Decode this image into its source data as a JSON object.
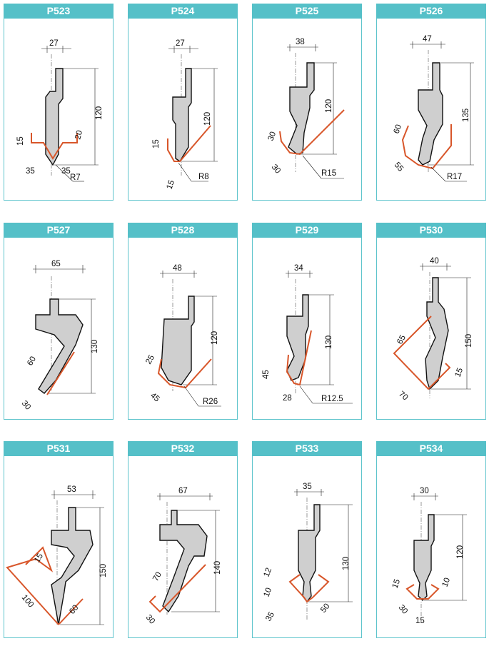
{
  "accent_color": "#55c0c8",
  "die_color": "#d8562a",
  "tools": [
    {
      "code": "P523",
      "width": "27",
      "height": "120",
      "dims": [
        "15",
        "20",
        "35",
        "35",
        "R7"
      ]
    },
    {
      "code": "P524",
      "width": "27",
      "height": "120",
      "dims": [
        "15",
        "15",
        "R8"
      ]
    },
    {
      "code": "P525",
      "width": "38",
      "height": "120",
      "dims": [
        "30",
        "30",
        "R15"
      ]
    },
    {
      "code": "P526",
      "width": "47",
      "height": "135",
      "dims": [
        "60",
        "55",
        "R17"
      ]
    },
    {
      "code": "P527",
      "width": "65",
      "height": "130",
      "dims": [
        "60",
        "30"
      ]
    },
    {
      "code": "P528",
      "width": "48",
      "height": "120",
      "dims": [
        "25",
        "45",
        "R26"
      ]
    },
    {
      "code": "P529",
      "width": "34",
      "height": "130",
      "dims": [
        "45",
        "28",
        "R12.5"
      ]
    },
    {
      "code": "P530",
      "width": "40",
      "height": "150",
      "dims": [
        "65",
        "70",
        "15"
      ]
    },
    {
      "code": "P531",
      "width": "53",
      "height": "150",
      "dims": [
        "15",
        "100",
        "60"
      ]
    },
    {
      "code": "P532",
      "width": "67",
      "height": "140",
      "dims": [
        "70",
        "30"
      ]
    },
    {
      "code": "P533",
      "width": "35",
      "height": "130",
      "dims": [
        "12",
        "10",
        "35",
        "50"
      ]
    },
    {
      "code": "P534",
      "width": "30",
      "height": "120",
      "dims": [
        "15",
        "10",
        "30",
        "15"
      ]
    }
  ]
}
